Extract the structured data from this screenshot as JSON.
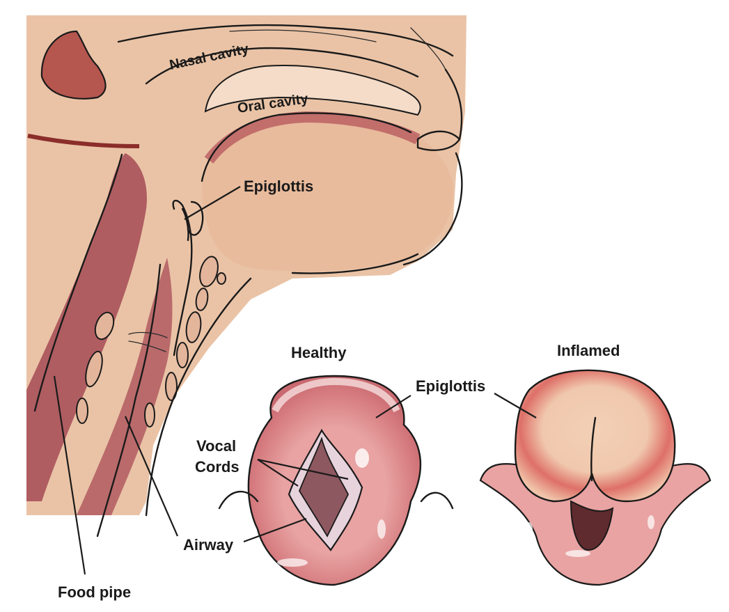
{
  "labels": {
    "nasal_cavity": "Nasal cavity",
    "oral_cavity": "Oral cavity",
    "epiglottis_main": "Epiglottis",
    "healthy": "Healthy",
    "inflamed": "Inflamed",
    "epiglottis_detail": "Epiglottis",
    "vocal_cords_line1": "Vocal",
    "vocal_cords_line2": "Cords",
    "airway": "Airway",
    "food_pipe": "Food pipe"
  },
  "colors": {
    "skin": "#eac3a6",
    "tissue_dark": "#a8525a",
    "tissue_mid": "#c97a80",
    "tissue_light": "#e8a9a6",
    "inflamed_red": "#d8554f",
    "airway_dark": "#8e5860",
    "cord_pale": "#e7d3dc",
    "outline": "#1a1a1a"
  }
}
